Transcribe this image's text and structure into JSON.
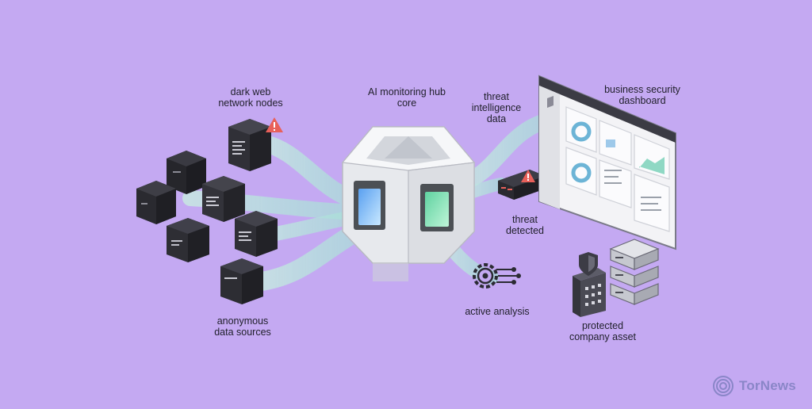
{
  "labels": {
    "dark_web_nodes": "dark web\nnetwork nodes",
    "ai_hub": "AI monitoring hub\ncore",
    "threat_intel": "threat\nintelligence\ndata",
    "dashboard": "business security\ndashboard",
    "threat_detected": "threat\ndetected",
    "active_analysis": "active analysis",
    "protected_asset": "protected\ncompany asset",
    "anonymous_sources": "anonymous\ndata sources"
  },
  "brand": {
    "name": "TorNews"
  },
  "colors": {
    "background": "#c4a9f2",
    "flow": "#b8f0dc",
    "node_dark": "#2b2b30",
    "alert": "#e8605a",
    "hub": "#eceef1",
    "hub_glow": "#7dd9a8"
  }
}
